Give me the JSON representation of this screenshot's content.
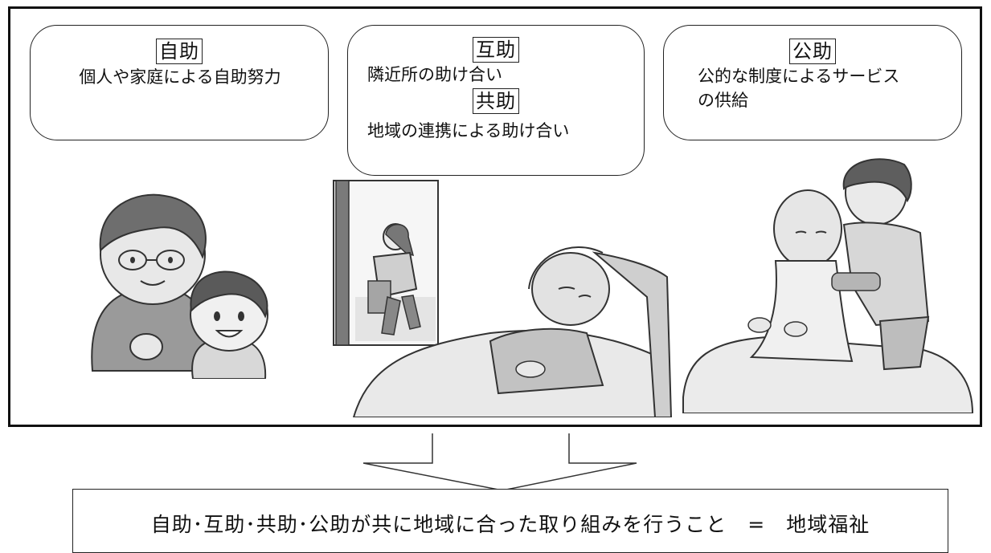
{
  "self_help": {
    "title": "自助",
    "text": "個人や家庭による自助努力"
  },
  "mutual_help": {
    "title": "互助",
    "text": "隣近所の助け合い",
    "sub_title": "共助",
    "sub_text": "地域の連携による助け合い"
  },
  "public_help": {
    "title": "公助",
    "lines": [
      "公的な制度によるサービス",
      "の供給"
    ]
  },
  "conclusion": {
    "text": "自助･互助･共助･公助が共に地域に合った取り組みを行うこと　=　地域福祉"
  }
}
